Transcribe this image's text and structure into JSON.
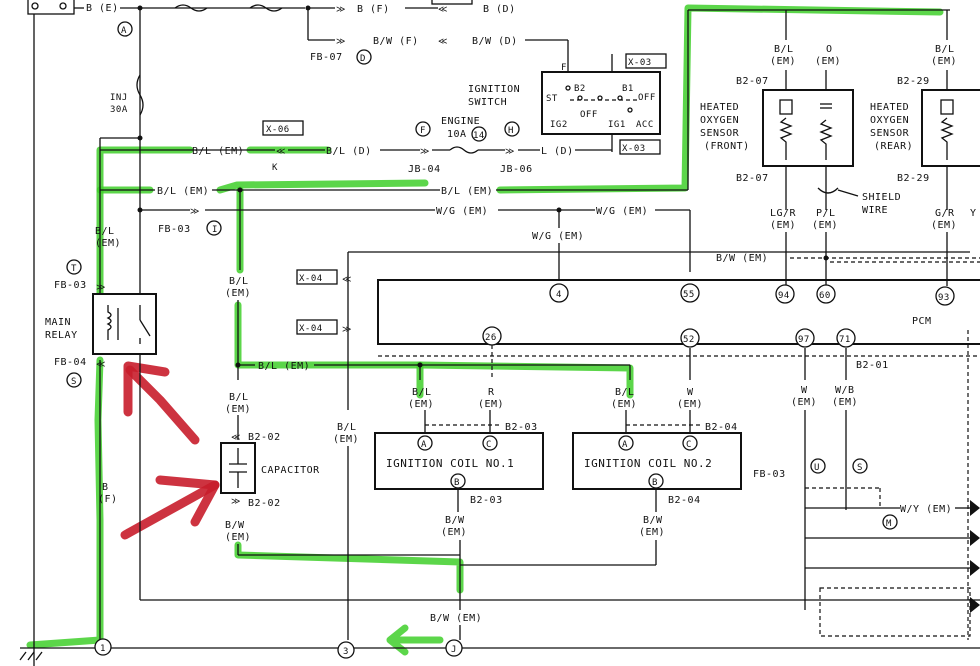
{
  "labels": {
    "be": "B (E)",
    "bf": "B (F)",
    "bd": "B (D)",
    "bw_f": "B/W (F)",
    "bw_d": "B/W (D)",
    "fb07": "FB-07",
    "fb07_d": "D",
    "inj": "INJ",
    "inj_amp": "30A",
    "circle_a": "A",
    "ignition": "IGNITION",
    "switch": "SWITCH",
    "x03": "X-03",
    "sw_st": "ST",
    "sw_b2": "B2",
    "sw_b1": "B1",
    "sw_off": "OFF",
    "sw_off2": "OFF",
    "sw_ig2": "IG2",
    "sw_ig1": "IG1",
    "sw_acc": "ACC",
    "x06": "X-06",
    "k": "K",
    "bl_em": "B/L (EM)",
    "bl_d": "B/L (D)",
    "engine": "ENGINE",
    "engine_amp": "10A",
    "circle_f": "F",
    "pin14": "14",
    "circle_h": "H",
    "jb04": "JB-04",
    "jb06": "JB-06",
    "ld": "L (D)",
    "fb03": "FB-03",
    "fb03_i": "I",
    "wg_em": "W/G (EM)",
    "bl": "B/L",
    "em": "(EM)",
    "t": "T",
    "s": "S",
    "main": "MAIN",
    "relay": "RELAY",
    "fb04": "FB-04",
    "x04": "X-04",
    "pin4": "4",
    "pin55": "55",
    "bw_em": "B/W (EM)",
    "heated": "HEATED",
    "oxygen": "OXYGEN",
    "sensor": "SENSOR",
    "front": "(FRONT)",
    "rear": "(REAR)",
    "b207": "B2-07",
    "b229": "B2-29",
    "o": "O",
    "shield": "SHIELD",
    "wire": "WIRE",
    "lgr": "LG/R",
    "pl": "P/L",
    "gr": "G/R",
    "y": "Y",
    "pin94": "94",
    "pin60": "60",
    "pin93": "93",
    "pcm": "PCM",
    "pin26": "26",
    "pin52": "52",
    "pin97": "97",
    "pin71": "71",
    "b201": "B2-01",
    "r": "R",
    "w": "W",
    "wb": "W/B",
    "b203": "B2-03",
    "b204": "B2-04",
    "b202": "B2-02",
    "ign_coil1": "IGNITION COIL NO.1",
    "ign_coil2": "IGNITION COIL NO.2",
    "circle_b": "B",
    "circle_c": "C",
    "capacitor": "CAPACITOR",
    "bw": "B/W",
    "b": "B",
    "f": "(F)",
    "circle_u": "U",
    "circle_m": "M",
    "wy_em": "W/Y (EM)",
    "pin1": "1",
    "pin3": "3",
    "pin_j": "J"
  },
  "colors": {
    "highlight": "#3fcf2a",
    "annotation": "#c81d2b",
    "ink": "#111111"
  }
}
